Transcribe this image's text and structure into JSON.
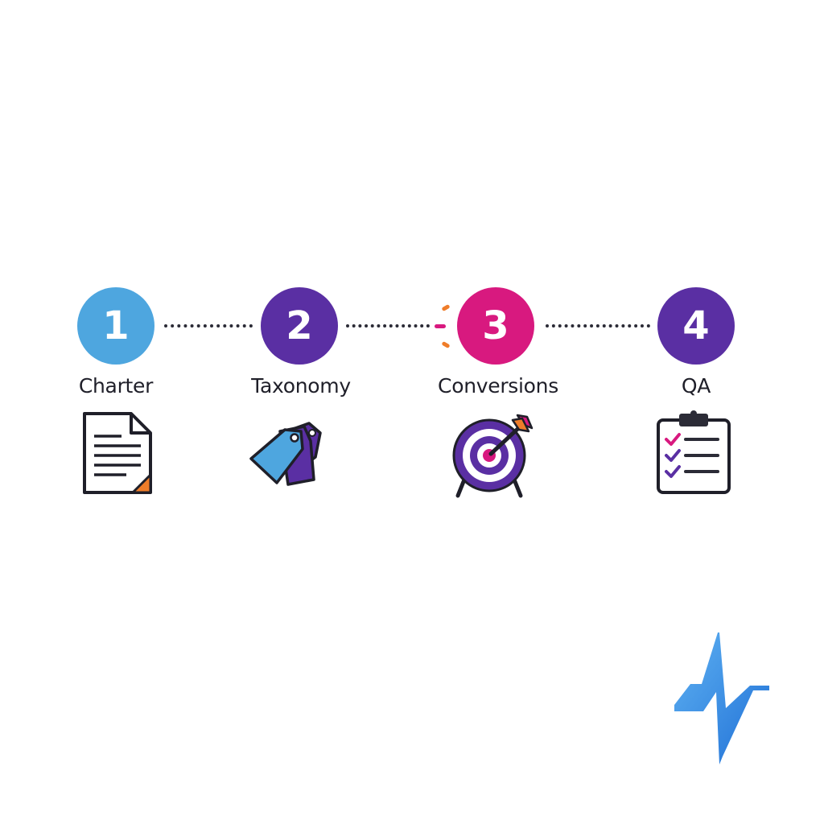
{
  "steps": [
    {
      "number": "1",
      "label": "Charter",
      "icon": "document-icon",
      "color": "#4ea6df"
    },
    {
      "number": "2",
      "label": "Taxonomy",
      "icon": "tags-icon",
      "color": "#5a2fa3"
    },
    {
      "number": "3",
      "label": "Conversions",
      "icon": "target-icon",
      "color": "#d8197f"
    },
    {
      "number": "4",
      "label": "QA",
      "icon": "checklist-icon",
      "color": "#5a2fa3"
    }
  ],
  "colors": {
    "blue": "#4ea6df",
    "purple": "#5a2fa3",
    "magenta": "#d8197f",
    "orange": "#ef7d2a",
    "ink": "#1f1f29",
    "logo_blue": "#2f86e0"
  },
  "logo": {
    "icon": "zigzag-logo-icon"
  }
}
